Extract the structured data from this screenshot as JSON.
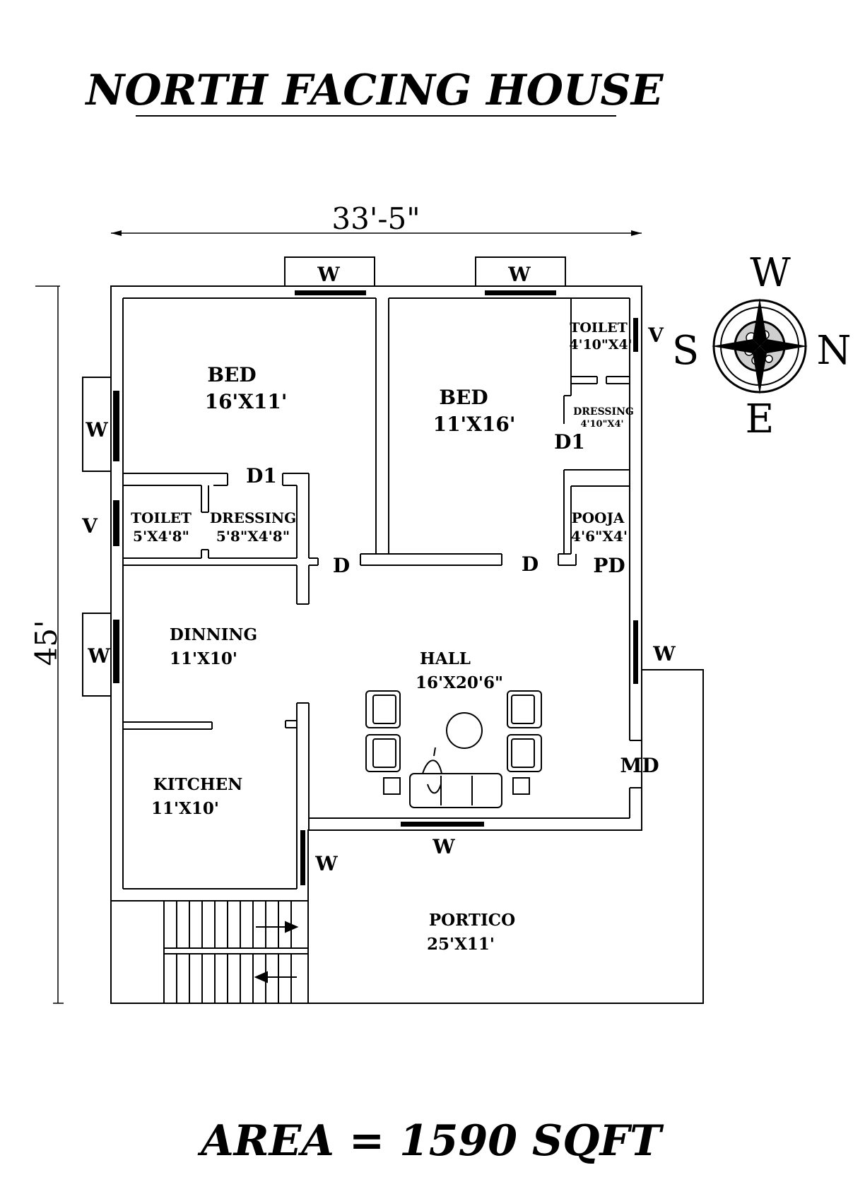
{
  "title": "NORTH FACING HOUSE",
  "footer": "AREA = 1590 SQFT",
  "dimensions": {
    "width": "33'-5\"",
    "depth": "45'"
  },
  "compass": {
    "top": "W",
    "left": "S",
    "right": "N",
    "bottom": "E"
  },
  "rooms": {
    "bed1": {
      "name": "BED",
      "size": "16'X11'"
    },
    "bed2": {
      "name": "BED",
      "size": "11'X16'"
    },
    "toilet1": {
      "name": "TOILET",
      "size": "4'10\"X4'"
    },
    "dressing1": {
      "name": "DRESSING",
      "size": "4'10\"X4'"
    },
    "toilet2": {
      "name": "TOILET",
      "size": "5'X4'8\""
    },
    "dressing2": {
      "name": "DRESSING",
      "size": "5'8\"X4'8\""
    },
    "pooja": {
      "name": "POOJA",
      "size": "4'6\"X4'"
    },
    "dinning": {
      "name": "DINNING",
      "size": "11'X10'"
    },
    "hall": {
      "name": "HALL",
      "size": "16'X20'6\""
    },
    "kitchen": {
      "name": "KITCHEN",
      "size": "11'X10'"
    },
    "portico": {
      "name": "PORTICO",
      "size": "25'X11'"
    }
  },
  "labels": {
    "window": "W",
    "ventilator": "V",
    "door": "D",
    "door1": "D1",
    "pooja_door": "PD",
    "main_door": "MD"
  }
}
